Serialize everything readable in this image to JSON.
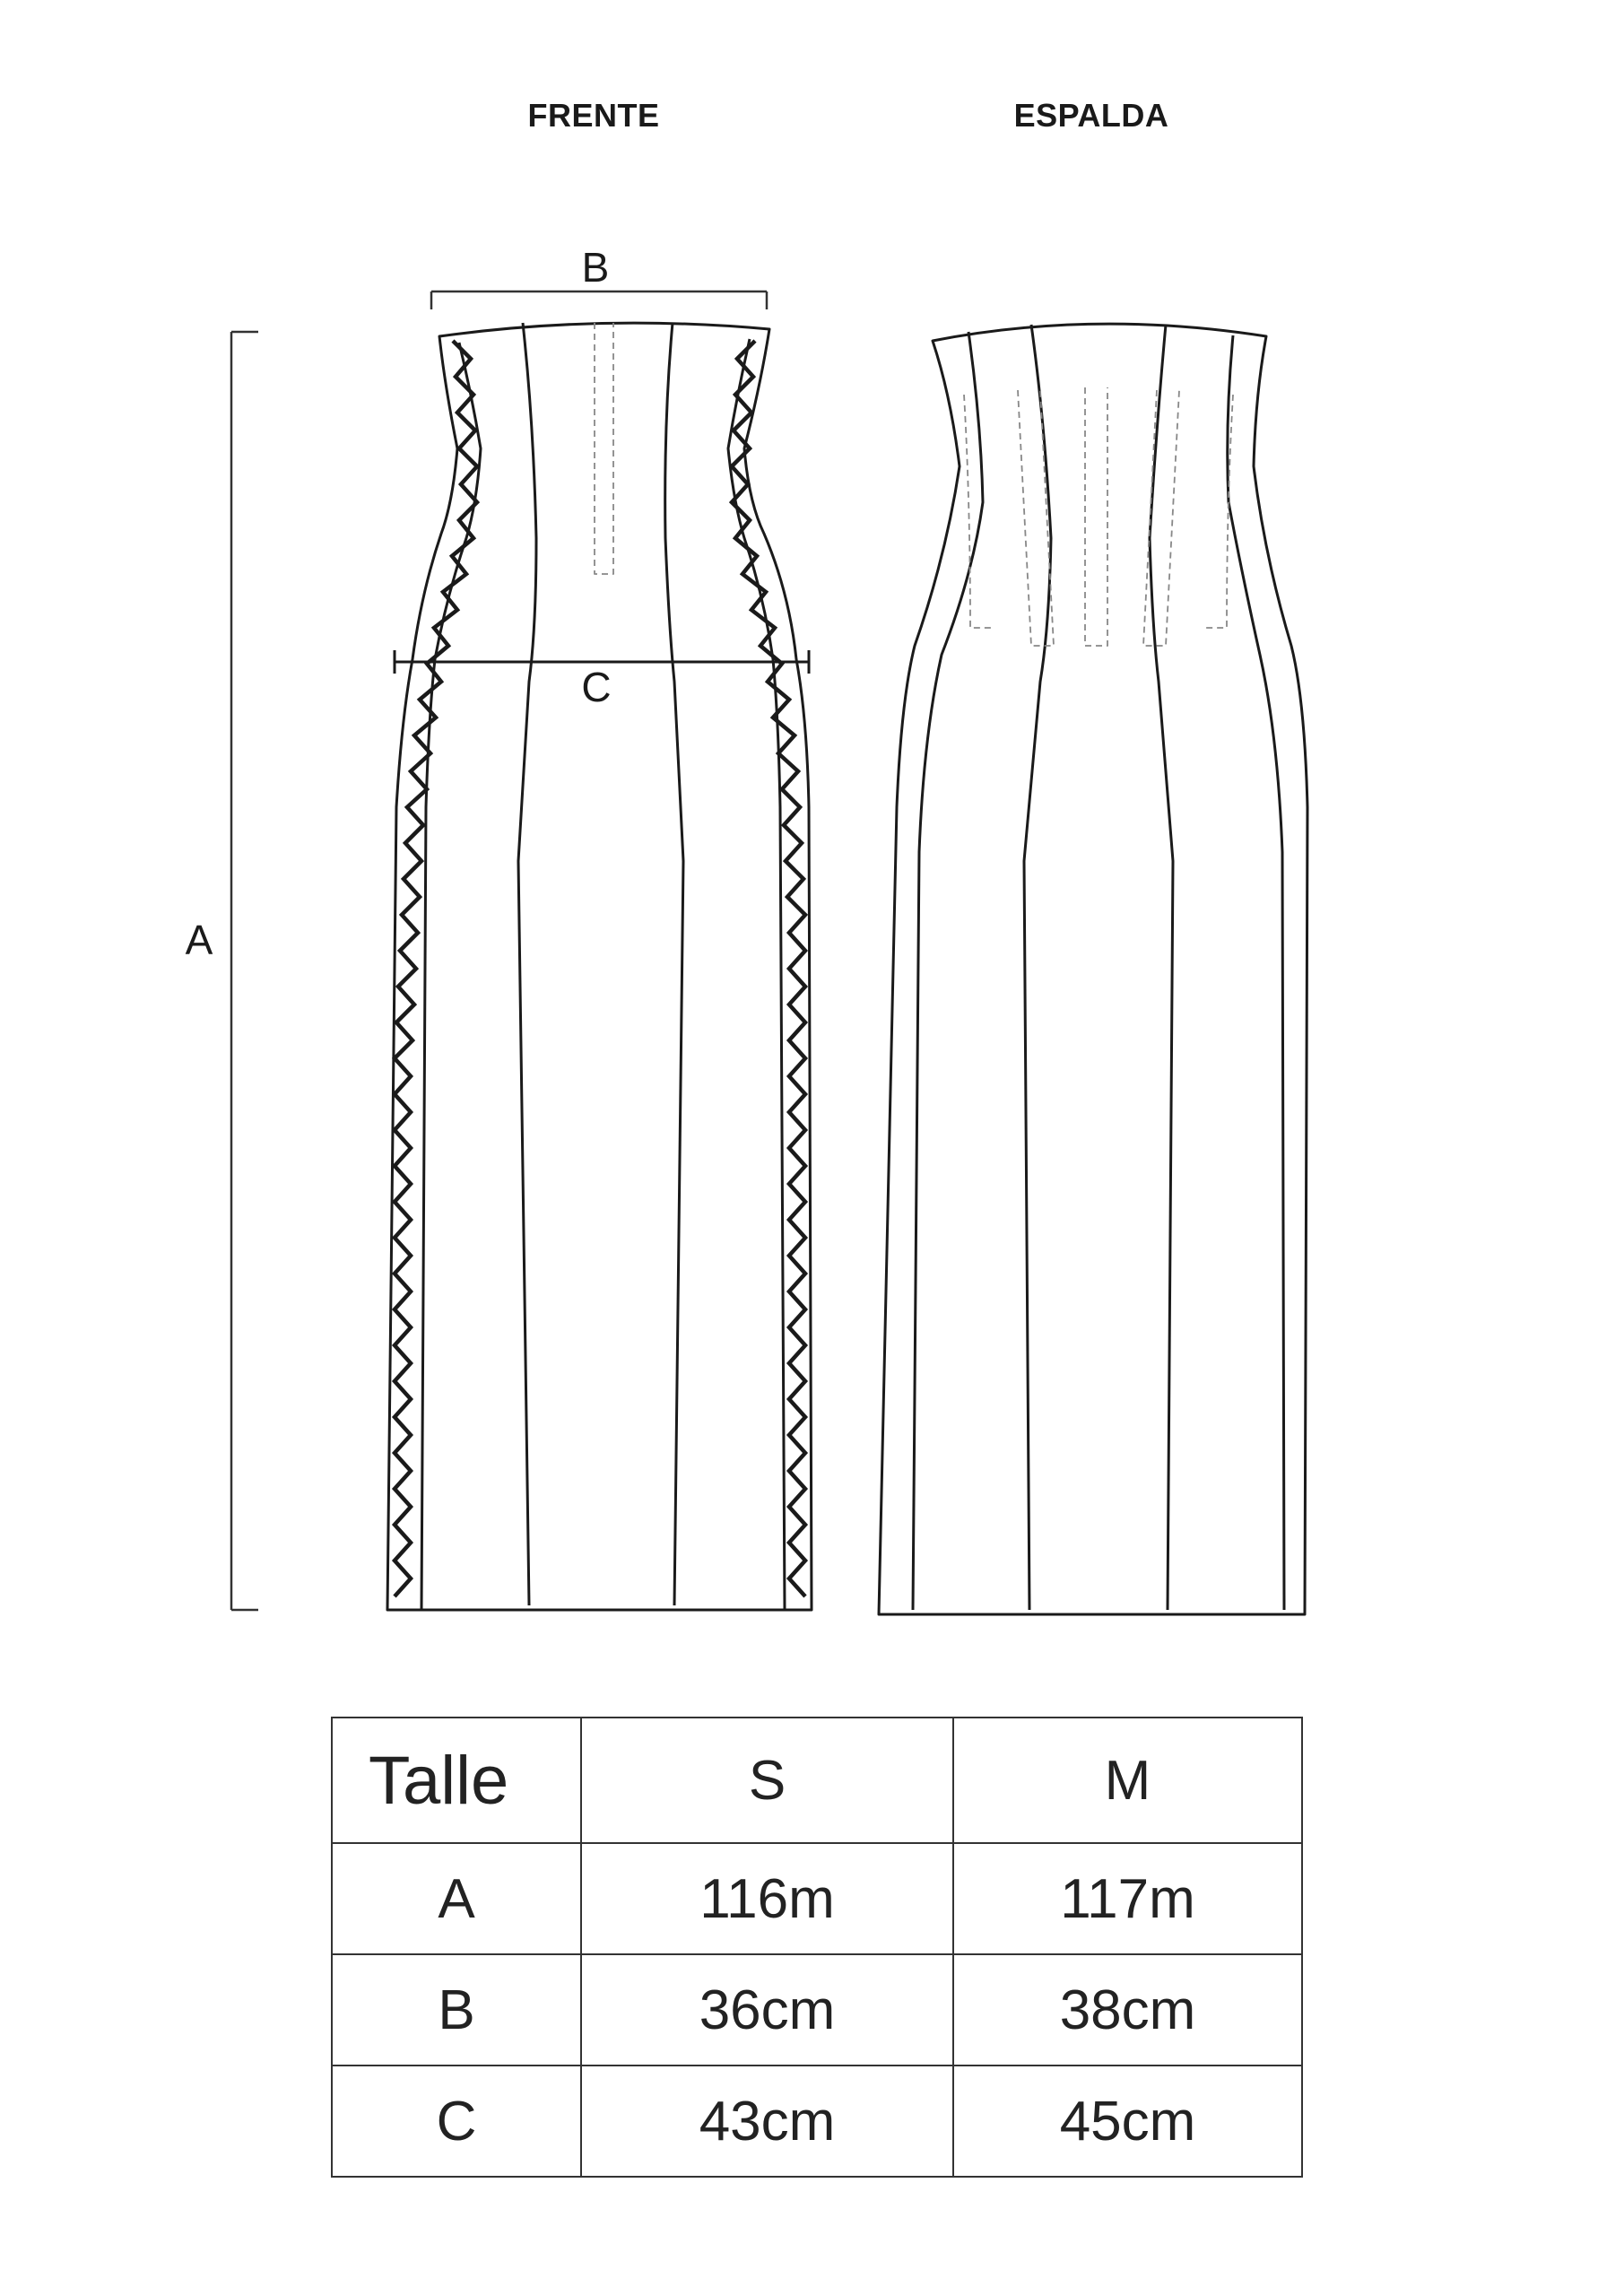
{
  "views": {
    "front_title": "FRENTE",
    "back_title": "ESPALDA"
  },
  "dimensions": {
    "a": "A",
    "b": "B",
    "c": "C"
  },
  "size_table": {
    "header": [
      "Talle",
      "S",
      "M"
    ],
    "rows": [
      [
        "A",
        "116m",
        "117m"
      ],
      [
        "B",
        "36cm",
        "38cm"
      ],
      [
        "C",
        "43cm",
        "45cm"
      ]
    ]
  }
}
